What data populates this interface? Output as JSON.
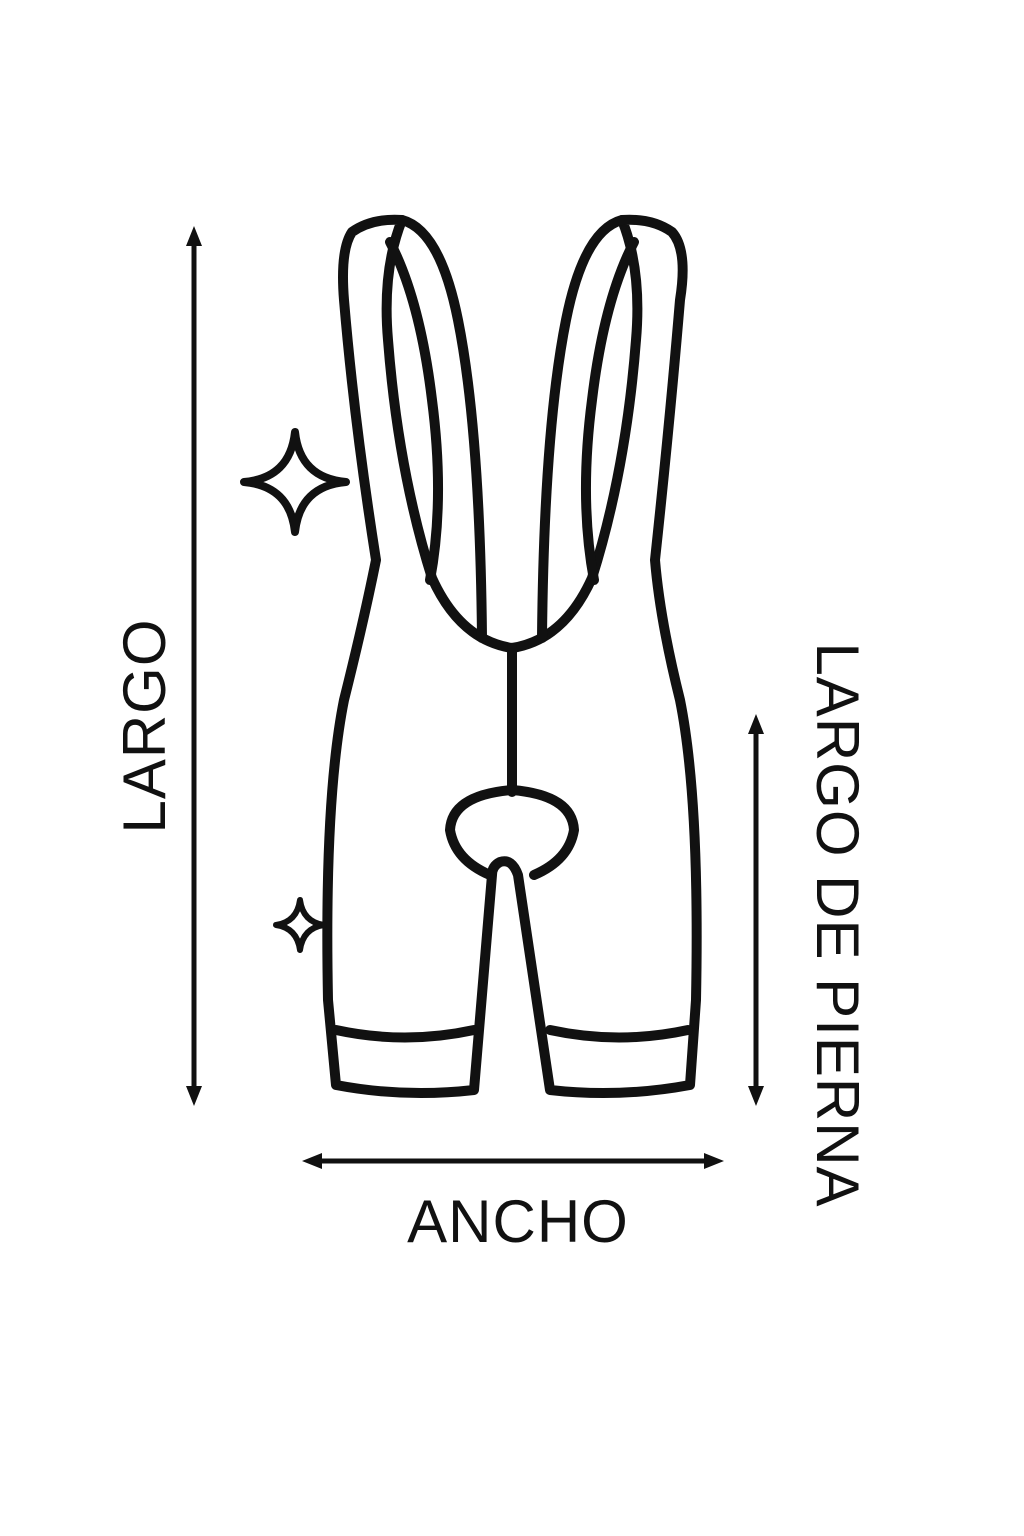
{
  "labels": {
    "length": "LARGO",
    "leg_length": "LARGO DE PIERNA",
    "width": "ANCHO"
  },
  "icons": {
    "garment": "bib-shorts-outline",
    "sparkle_large": "sparkle-icon",
    "sparkle_small": "sparkle-icon"
  },
  "colors": {
    "stroke": "#111111",
    "background": "#ffffff"
  }
}
